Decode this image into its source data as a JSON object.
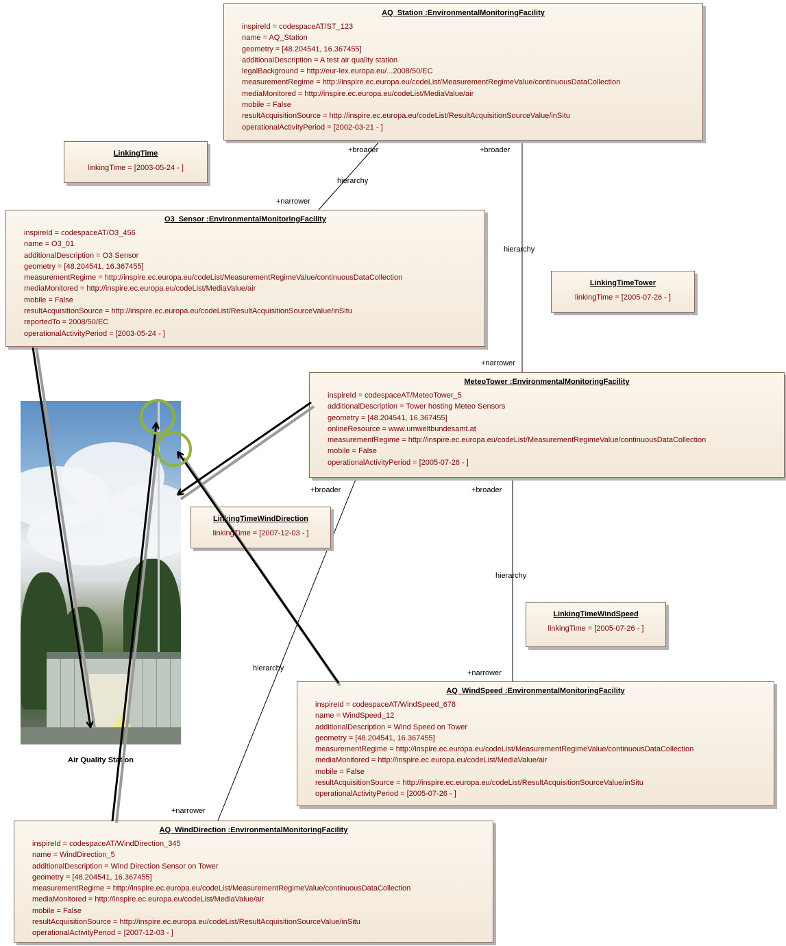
{
  "boxes": {
    "aq_station": {
      "title": "AQ_Station :EnvironmentalMonitoringFacility",
      "attrs": [
        "inspireId = codespaceAT/ST_123",
        "name = AQ_Station",
        "geometry = [48.204541, 16.367455]",
        "additionalDescription = A test air quality station",
        "legalBackground = http://eur-lex.europa.eu/...2008/50/EC",
        "measurementRegime = http://inspire.ec.europa.eu/codeList/MeasurementRegimeValue/continuousDataCollection",
        "mediaMonitored = http://inspire.ec.europa.eu/codeList/MediaValue/air",
        "mobile = False",
        "resultAcquisitionSource =  http://inspire.ec.europa.eu/codeList/ResultAcquisitionSourceValue/inSitu",
        "operationalActivityPeriod = [2002-03-21 - ]"
      ]
    },
    "linking_time": {
      "title": "LinkingTime",
      "attrs": [
        "linkingTime = [2003-05-24 - ]"
      ]
    },
    "o3_sensor": {
      "title": "O3_Sensor :EnvironmentalMonitoringFacility",
      "attrs": [
        "inspireId = codespaceAT/O3_456",
        "name = O3_01",
        "additionalDescription = O3 Sensor",
        "geometry = [48.204541, 16.367455]",
        "measurementRegime = http://inspire.ec.europa.eu/codeList/MeasurementRegimeValue/continuousDataCollection",
        "mediaMonitored = http://inspire.ec.europa.eu/codeList/MediaValue/air",
        "mobile = False",
        "resultAcquisitionSource = http://inspire.ec.europa.eu/codeList/ResultAcquisitionSourceValue/inSitu",
        "reportedTo = 2008/50/EC",
        "operationalActivityPeriod = [2003-05-24 - ]"
      ]
    },
    "linking_time_tower": {
      "title": "LinkingTimeTower",
      "attrs": [
        "linkingTime = [2005-07-26 - ]"
      ]
    },
    "meteo_tower": {
      "title": "MeteoTower :EnvironmentalMonitoringFacility",
      "attrs": [
        "inspireId = codespaceAT/MeteoTower_5",
        "additionalDescription = Tower hosting Meteo Sensors",
        "geometry = [48.204541, 16.367455]",
        "onlineResource = www.umweltbundesamt.at",
        "measurementRegime = http://inspire.ec.europa.eu/codeList/MeasurementRegimeValue/continuousDataCollection",
        "mobile = False",
        "operationalActivityPeriod = [2005-07-26 - ]"
      ]
    },
    "linking_time_wind_direction": {
      "title": "LinkingTimeWindDirection",
      "attrs": [
        "linkingTime = [2007-12-03 - ]"
      ]
    },
    "linking_time_wind_speed": {
      "title": "LinkingTimeWindSpeed",
      "attrs": [
        "linkingTime = [2005-07-26 - ]"
      ]
    },
    "aq_wind_speed": {
      "title": "AQ_WindSpeed :EnvironmentalMonitoringFacility",
      "attrs": [
        "inspireId = codespaceAT/WindSpeed_678",
        "name = WindSpeed_12",
        "additionalDescription = Wind Speed on Tower",
        "geometry = [48.204541, 16.367455]",
        "measurementRegime = http://inspire.ec.europa.eu/codeList/MeasurementRegimeValue/continuousDataCollection",
        "mediaMonitored = http://inspire.ec.europa.eu/codeList/MediaValue/air",
        "mobile = False",
        "resultAcquisitionSource = http://inspire.ec.europa.eu/codeList/ResultAcquisitionSourceValue/inSitu",
        "operationalActivityPeriod = [2005-07-26 - ]"
      ]
    },
    "aq_wind_direction": {
      "title": "AQ_WindDirection :EnvironmentalMonitoringFacility",
      "attrs": [
        "inspireId = codespaceAT/WindDirection_345",
        "name = WindDirection_5",
        "additionalDescription = Wind Direction Sensor on Tower",
        "geometry = [48.204541, 16.367455]",
        "measurementRegime =  http://inspire.ec.europa.eu/codeList/MeasurementRegimeValue/continuousDataCollection",
        "mediaMonitored = http://inspire.ec.europa.eu/codeList/MediaValue/air",
        "mobile = False",
        "resultAcquisitionSource = http://inspire.ec.europa.eu/codeList/ResultAcquisitionSourceValue/inSitu",
        "operationalActivityPeriod = [2007-12-03 - ]"
      ]
    }
  },
  "labels": {
    "broader": "+broader",
    "narrower": "+narrower",
    "hierarchy": "hierarchy"
  },
  "photo_caption": "Air Quality Station",
  "colors": {
    "attribute_text": "#7a0000",
    "box_border": "#8a6a5a",
    "box_fill": "#f3e8d9",
    "highlight_circle": "#8fb33a",
    "arrow": "#000000",
    "arrow_shadow": "#9a9a9a"
  }
}
